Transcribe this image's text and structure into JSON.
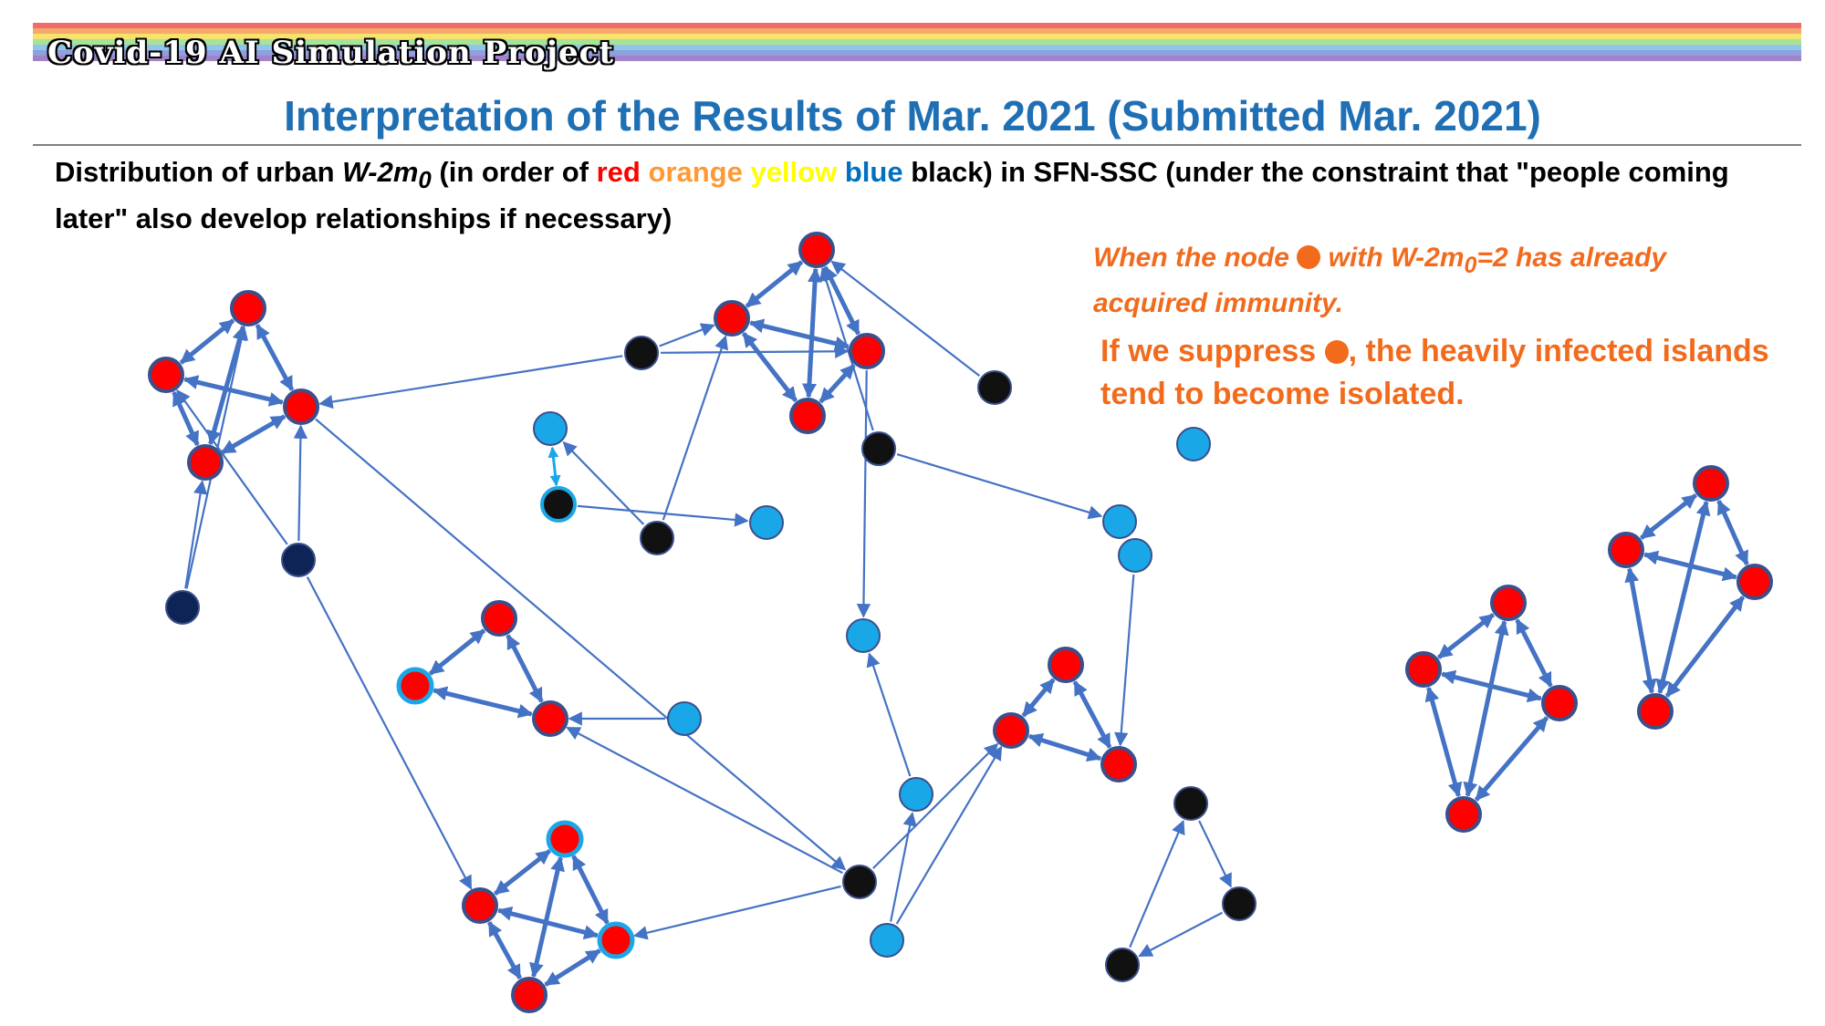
{
  "banner": {
    "title": "Covid-19 AI Simulation Project",
    "stripe_colors": [
      "#f26b6b",
      "#f5a96b",
      "#f6e36d",
      "#a8e39a",
      "#8fc6ea",
      "#8f9fdf",
      "#a083c9"
    ]
  },
  "slide": {
    "title": "Interpretation of the Results of Mar. 2021 (Submitted Mar. 2021)",
    "description": {
      "t1": "Distribution of urban ",
      "w2m": "W-2m",
      "sub0": "0",
      "t2": " (in order of ",
      "red": "red",
      "orange": "orange",
      "yellow": "yellow",
      "blue": "blue",
      "t3": " black) in SFN-SSC (under the constraint that \"people coming later\" also develop relationships if necessary)"
    },
    "note1": {
      "t1": "When the node ",
      "t2": " with W-2m",
      "sub0": "0",
      "t3": "=2 has already acquired immunity."
    },
    "note2": {
      "t1": "If we suppress ",
      "t2": ", the heavily infected islands tend to become isolated."
    }
  },
  "colors": {
    "red": "#ff0000",
    "orange": "#f26b1d",
    "light_blue": "#1aa7e8",
    "black": "#111111",
    "dark_navy": "#0f2456",
    "edge": "#4472c4",
    "node_outline": "#3a4f8c"
  },
  "network": {
    "nodes": [
      {
        "id": "A1",
        "kind": "red"
      },
      {
        "id": "A2",
        "kind": "red"
      },
      {
        "id": "A3",
        "kind": "red"
      },
      {
        "id": "A4",
        "kind": "red"
      },
      {
        "id": "A5",
        "kind": "navy"
      },
      {
        "id": "A6",
        "kind": "navy"
      },
      {
        "id": "B1",
        "kind": "red"
      },
      {
        "id": "B2",
        "kind": "red"
      },
      {
        "id": "B3",
        "kind": "red"
      },
      {
        "id": "B4",
        "kind": "red"
      },
      {
        "id": "B5",
        "kind": "black"
      },
      {
        "id": "B6",
        "kind": "black"
      },
      {
        "id": "B7",
        "kind": "black"
      },
      {
        "id": "C1",
        "kind": "blue"
      },
      {
        "id": "C2",
        "kind": "black-ring"
      },
      {
        "id": "C3",
        "kind": "black"
      },
      {
        "id": "C4",
        "kind": "blue"
      },
      {
        "id": "C5",
        "kind": "blue"
      },
      {
        "id": "D1",
        "kind": "blue"
      },
      {
        "id": "D2",
        "kind": "blue"
      },
      {
        "id": "E1",
        "kind": "red"
      },
      {
        "id": "E2",
        "kind": "red-ring"
      },
      {
        "id": "E3",
        "kind": "red"
      },
      {
        "id": "E4",
        "kind": "blue"
      },
      {
        "id": "F1",
        "kind": "red"
      },
      {
        "id": "F2",
        "kind": "red"
      },
      {
        "id": "F3",
        "kind": "red"
      },
      {
        "id": "F4",
        "kind": "blue"
      },
      {
        "id": "F5",
        "kind": "blue"
      },
      {
        "id": "G1",
        "kind": "black"
      },
      {
        "id": "G2",
        "kind": "blue"
      },
      {
        "id": "H1",
        "kind": "red-ring"
      },
      {
        "id": "H2",
        "kind": "red"
      },
      {
        "id": "H3",
        "kind": "red-ring"
      },
      {
        "id": "H4",
        "kind": "red"
      },
      {
        "id": "I1",
        "kind": "black"
      },
      {
        "id": "I2",
        "kind": "black"
      },
      {
        "id": "I3",
        "kind": "black"
      },
      {
        "id": "J1",
        "kind": "red"
      },
      {
        "id": "J2",
        "kind": "red"
      },
      {
        "id": "J3",
        "kind": "red"
      },
      {
        "id": "J4",
        "kind": "red"
      },
      {
        "id": "K1",
        "kind": "red"
      },
      {
        "id": "K2",
        "kind": "red"
      },
      {
        "id": "K3",
        "kind": "red"
      },
      {
        "id": "K4",
        "kind": "red"
      }
    ],
    "thick_edges": [
      [
        "A1",
        "A2",
        2
      ],
      [
        "A1",
        "A3",
        2
      ],
      [
        "A1",
        "A4",
        2
      ],
      [
        "A2",
        "A3",
        2
      ],
      [
        "A2",
        "A4",
        2
      ],
      [
        "A3",
        "A4",
        2
      ],
      [
        "B1",
        "B2",
        2
      ],
      [
        "B1",
        "B3",
        2
      ],
      [
        "B1",
        "B4",
        2
      ],
      [
        "B2",
        "B3",
        2
      ],
      [
        "B2",
        "B4",
        2
      ],
      [
        "B3",
        "B4",
        2
      ],
      [
        "E1",
        "E2",
        2
      ],
      [
        "E1",
        "E3",
        2
      ],
      [
        "E2",
        "E3",
        2
      ],
      [
        "F1",
        "F2",
        2
      ],
      [
        "F1",
        "F3",
        2
      ],
      [
        "F2",
        "F3",
        2
      ],
      [
        "H1",
        "H2",
        2
      ],
      [
        "H1",
        "H3",
        2
      ],
      [
        "H1",
        "H4",
        2
      ],
      [
        "H2",
        "H3",
        2
      ],
      [
        "H2",
        "H4",
        2
      ],
      [
        "H3",
        "H4",
        2
      ],
      [
        "J1",
        "J2",
        2
      ],
      [
        "J1",
        "J3",
        2
      ],
      [
        "J1",
        "J4",
        2
      ],
      [
        "J2",
        "J3",
        2
      ],
      [
        "J2",
        "J4",
        2
      ],
      [
        "J3",
        "J4",
        2
      ],
      [
        "K1",
        "K2",
        2
      ],
      [
        "K1",
        "K3",
        2
      ],
      [
        "K1",
        "K4",
        2
      ],
      [
        "K2",
        "K3",
        2
      ],
      [
        "K2",
        "K4",
        2
      ],
      [
        "K3",
        "K4",
        2
      ]
    ],
    "thin_edges": [
      [
        "A5",
        "A4",
        1
      ],
      [
        "A6",
        "A3",
        1
      ],
      [
        "A6",
        "A2",
        1
      ],
      [
        "A5",
        "A1",
        1
      ],
      [
        "B5",
        "A2",
        1
      ],
      [
        "B5",
        "B1",
        1
      ],
      [
        "B5",
        "B3",
        1
      ],
      [
        "C3",
        "B1",
        1
      ],
      [
        "B7",
        "B2",
        1
      ],
      [
        "B6",
        "D2",
        1
      ],
      [
        "B3",
        "F4",
        1
      ],
      [
        "B6",
        "B2",
        1
      ],
      [
        "C3",
        "C1",
        1
      ],
      [
        "C2",
        "C4",
        1
      ],
      [
        "C5",
        "E3",
        1
      ],
      [
        "A2",
        "G1",
        1
      ],
      [
        "A6",
        "H2",
        1
      ],
      [
        "G1",
        "E3",
        1
      ],
      [
        "G1",
        "H3",
        1
      ],
      [
        "G1",
        "F1",
        1
      ],
      [
        "G2",
        "F5",
        1
      ],
      [
        "G2",
        "F1",
        1
      ],
      [
        "F5",
        "F4",
        1
      ],
      [
        "D1",
        "F2",
        1
      ],
      [
        "I2",
        "I1",
        1
      ],
      [
        "I1",
        "I3",
        1
      ],
      [
        "I3",
        "I2",
        1
      ]
    ],
    "ring_edges": [
      [
        "C1",
        "C2",
        2
      ]
    ]
  }
}
